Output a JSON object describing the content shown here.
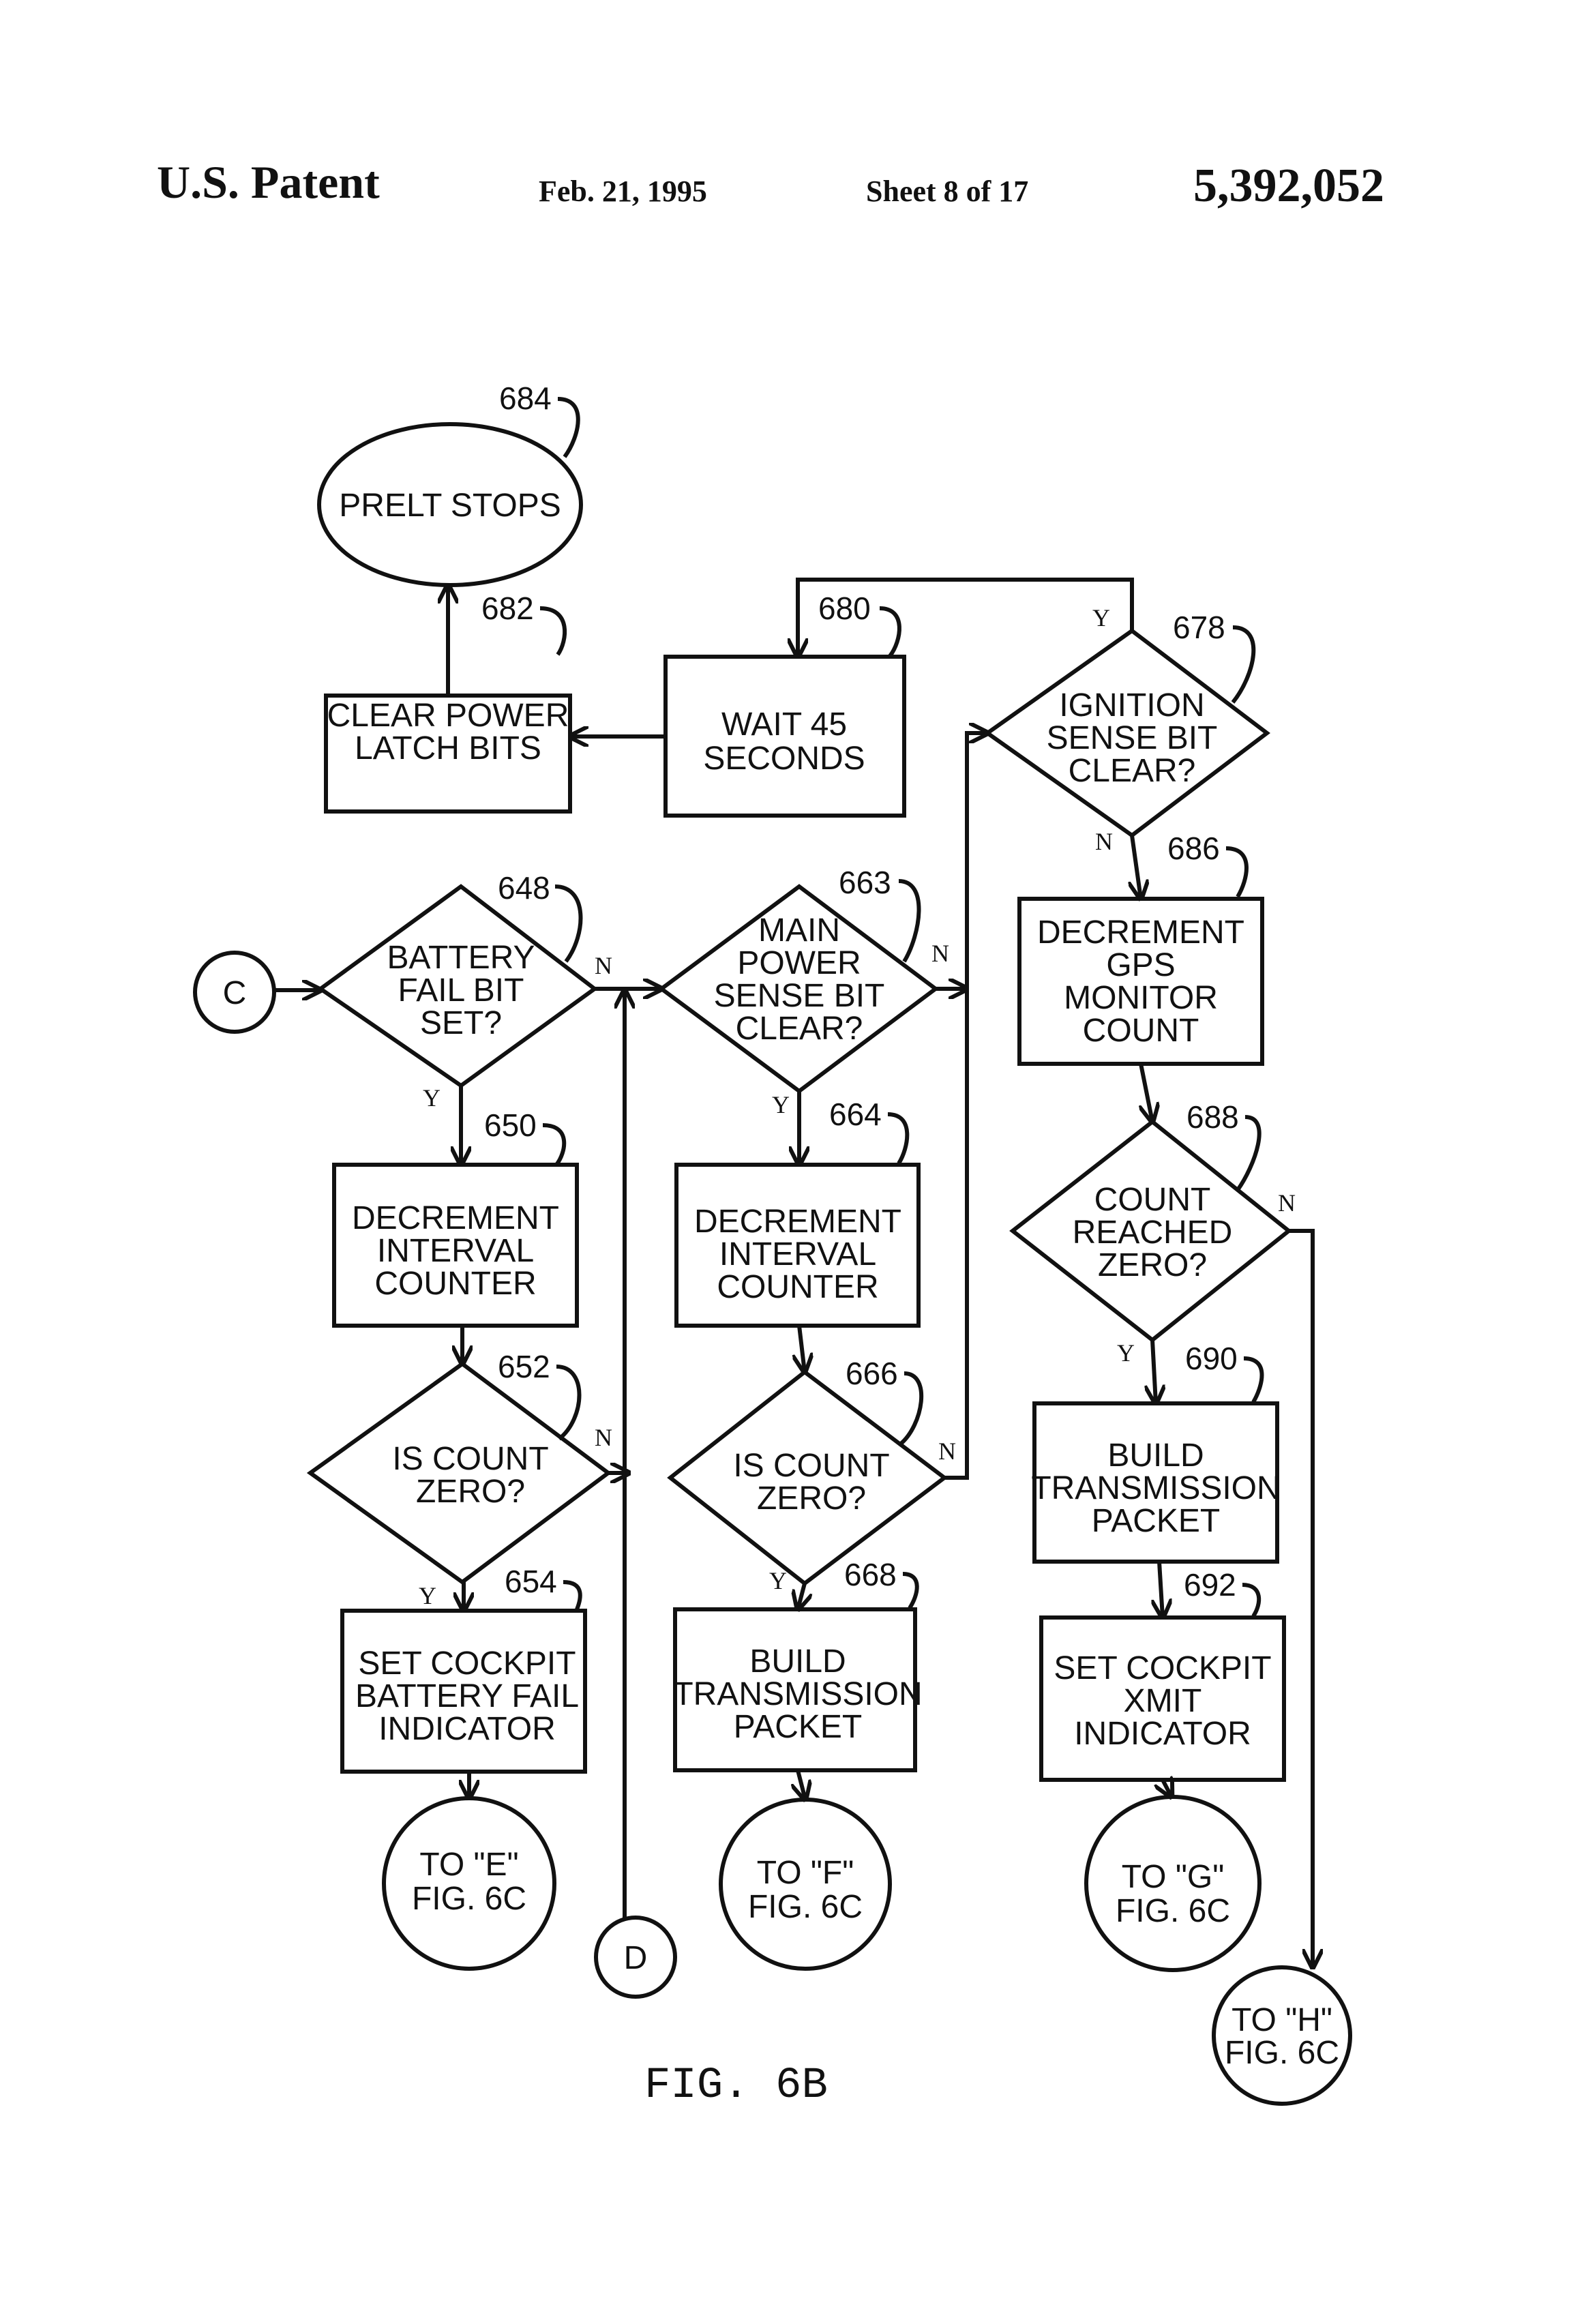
{
  "header": {
    "left": "U.S. Patent",
    "date": "Feb. 21, 1995",
    "sheet": "Sheet 8 of 17",
    "number": "5,392,052"
  },
  "figure_label": "FIG. 6B",
  "nodes": {
    "n684": {
      "ref": "684",
      "lines": [
        "PRELT STOPS"
      ]
    },
    "n682": {
      "ref": "682",
      "lines": [
        "CLEAR POWER",
        "LATCH BITS"
      ]
    },
    "n680": {
      "ref": "680",
      "lines": [
        "WAIT 45",
        "SECONDS"
      ]
    },
    "n678": {
      "ref": "678",
      "lines": [
        "IGNITION",
        "SENSE BIT",
        "CLEAR?"
      ]
    },
    "n648": {
      "ref": "648",
      "lines": [
        "BATTERY",
        "FAIL BIT",
        "SET?"
      ]
    },
    "n663": {
      "ref": "663",
      "lines": [
        "MAIN",
        "POWER",
        "SENSE BIT",
        "CLEAR?"
      ]
    },
    "n686": {
      "ref": "686",
      "lines": [
        "DECREMENT",
        "GPS",
        "MONITOR",
        "COUNT"
      ]
    },
    "n650": {
      "ref": "650",
      "lines": [
        "DECREMENT",
        "INTERVAL",
        "COUNTER"
      ]
    },
    "n664": {
      "ref": "664",
      "lines": [
        "DECREMENT",
        "INTERVAL",
        "COUNTER"
      ]
    },
    "n688": {
      "ref": "688",
      "lines": [
        "COUNT",
        "REACHED",
        "ZERO?"
      ]
    },
    "n652": {
      "ref": "652",
      "lines": [
        "IS COUNT",
        "ZERO?"
      ]
    },
    "n666": {
      "ref": "666",
      "lines": [
        "IS COUNT",
        "ZERO?"
      ]
    },
    "n690": {
      "ref": "690",
      "lines": [
        "BUILD",
        "TRANSMISSION",
        "PACKET"
      ]
    },
    "n654": {
      "ref": "654",
      "lines": [
        "SET COCKPIT",
        "BATTERY FAIL",
        "INDICATOR"
      ]
    },
    "n668": {
      "ref": "668",
      "lines": [
        "BUILD",
        "TRANSMISSION",
        "PACKET"
      ]
    },
    "n692": {
      "ref": "692",
      "lines": [
        "SET COCKPIT",
        "XMIT",
        "INDICATOR"
      ]
    }
  },
  "connectors": {
    "c_in": "C",
    "d_out": "D",
    "to_e": [
      "TO \"E\"",
      "FIG. 6C"
    ],
    "to_f": [
      "TO \"F\"",
      "FIG. 6C"
    ],
    "to_g": [
      "TO \"G\"",
      "FIG. 6C"
    ],
    "to_h": [
      "TO \"H\"",
      "FIG. 6C"
    ]
  },
  "branch_labels": {
    "yes": "Y",
    "no": "N"
  }
}
